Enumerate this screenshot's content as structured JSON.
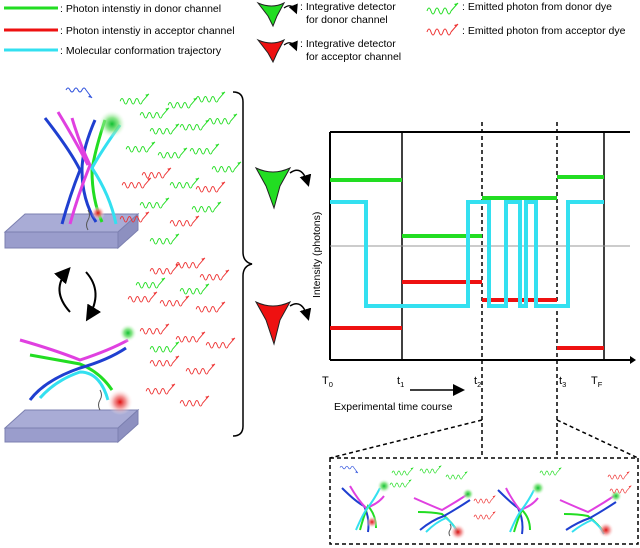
{
  "legend": {
    "items": [
      {
        "label": ": Photon intenstiy in donor channel",
        "color": "#22dd22"
      },
      {
        "label": ": Photon intenstiy in acceptor channel",
        "color": "#ee1111"
      },
      {
        "label": ": Molecular conformation trajectory",
        "color": "#33e0f0"
      }
    ],
    "detectors": [
      {
        "line1": ": Integrative detector",
        "line2": "for donor channel",
        "color": "#22dd22"
      },
      {
        "line1": ": Integrative detector",
        "line2": "for acceptor channel",
        "color": "#ee1111"
      }
    ],
    "photons": [
      {
        "label": ": Emitted photon from donor dye",
        "color": "#22dd22"
      },
      {
        "label": ": Emitted photon from acceptor dye",
        "color": "#ee5555"
      }
    ]
  },
  "plot": {
    "ylabel": "Intensity (photons)",
    "xlabel": "Experimental time course",
    "ticks": [
      {
        "main": "T",
        "sub": "0"
      },
      {
        "main": "t",
        "sub": "1"
      },
      {
        "main": "t",
        "sub": "2"
      },
      {
        "main": "t",
        "sub": "3"
      },
      {
        "main": "T",
        "sub": "F"
      }
    ]
  },
  "colors": {
    "donor": "#22dd22",
    "acceptor": "#ee1111",
    "trajectory": "#33e0f0",
    "surface": "#a9acd6",
    "magenta": "#e040e0",
    "blue": "#1f3fd0"
  }
}
